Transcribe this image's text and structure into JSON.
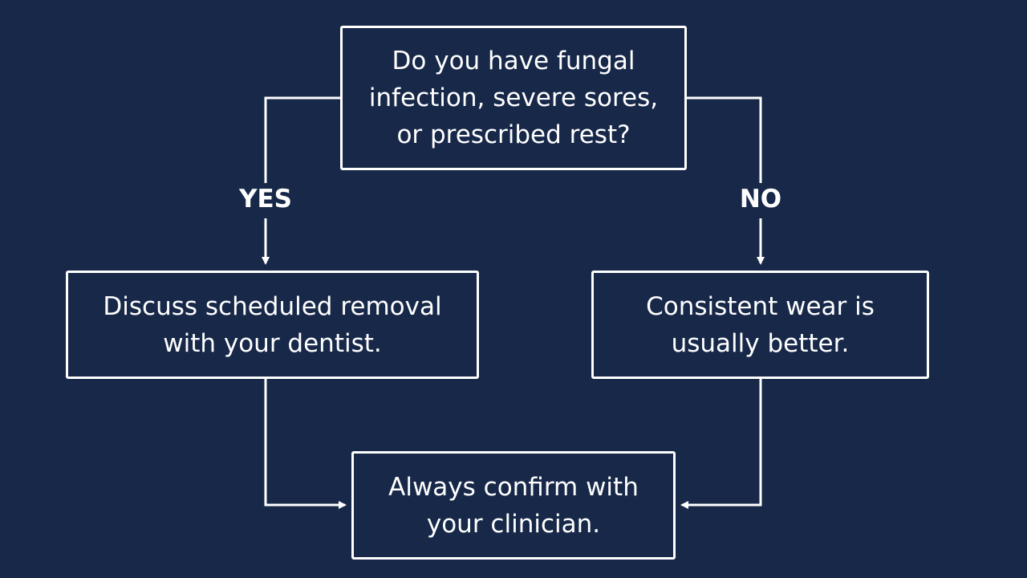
{
  "colors": {
    "background": "#172849",
    "stroke": "#ffffff",
    "text": "#ffffff"
  },
  "question": {
    "line1": "Do you have fungal",
    "line2": "infection, severe sores,",
    "line3": "or prescribed rest?"
  },
  "branches": {
    "yes_label": "YES",
    "no_label": "NO"
  },
  "yes_outcome": {
    "line1": "Discuss scheduled removal",
    "line2": "with your dentist."
  },
  "no_outcome": {
    "line1": "Consistent wear is",
    "line2": "usually better."
  },
  "final_note": {
    "line1": "Always confirm with",
    "line2": "your clinician."
  }
}
